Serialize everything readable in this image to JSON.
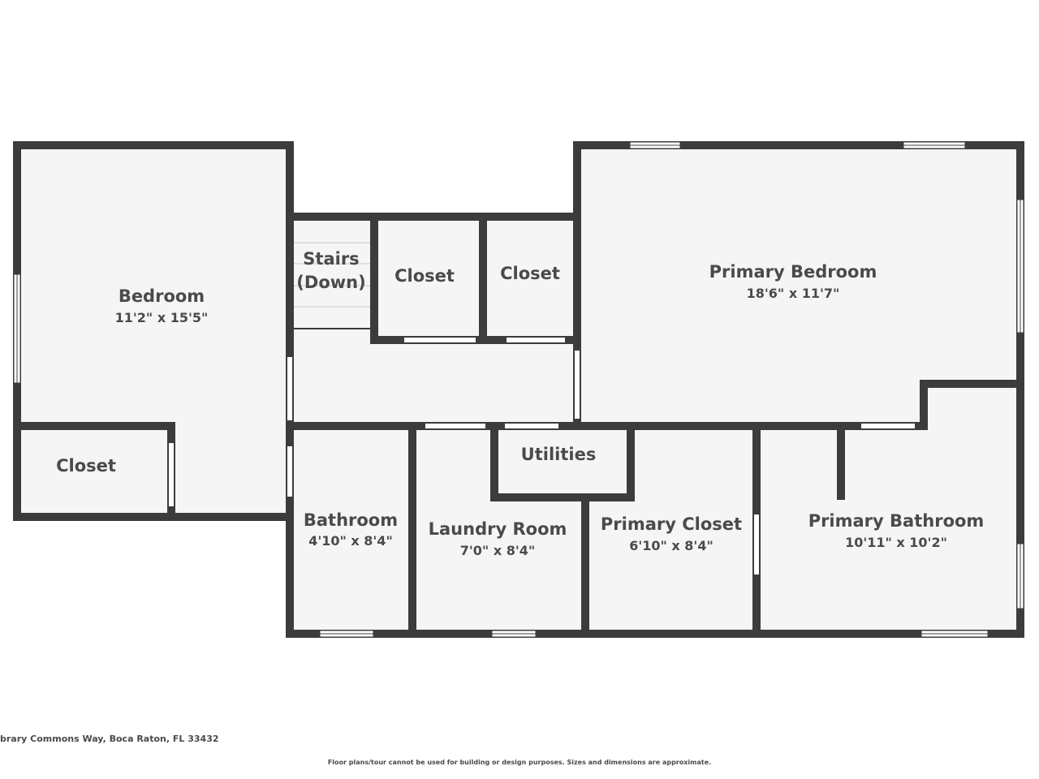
{
  "rooms": {
    "bedroom": {
      "name": "Bedroom",
      "dims": "11'2\" x 15'5\""
    },
    "bedroom_closet": {
      "name": "Closet"
    },
    "stairs": {
      "line1": "Stairs",
      "line2": "(Down)"
    },
    "closet_a": {
      "name": "Closet"
    },
    "closet_b": {
      "name": "Closet"
    },
    "primary_bedroom": {
      "name": "Primary Bedroom",
      "dims": "18'6\" x 11'7\""
    },
    "utilities": {
      "name": "Utilities"
    },
    "bathroom": {
      "name": "Bathroom",
      "dims": "4'10\" x 8'4\""
    },
    "laundry_room": {
      "name": "Laundry Room",
      "dims": "7'0\" x 8'4\""
    },
    "primary_closet": {
      "name": "Primary Closet",
      "dims": "6'10\" x 8'4\""
    },
    "primary_bathroom": {
      "name": "Primary Bathroom",
      "dims": "10'11\" x 10'2\""
    }
  },
  "footer": {
    "address": "brary Commons Way, Boca Raton, FL 33432",
    "disclaimer": "Floor plans/tour cannot be used for building or design purposes. Sizes and dimensions are approximate."
  },
  "colors": {
    "wall": "#3c3c3c",
    "floor": "#f5f5f5",
    "text": "#4a4a4a",
    "opening": "#ffffff"
  }
}
